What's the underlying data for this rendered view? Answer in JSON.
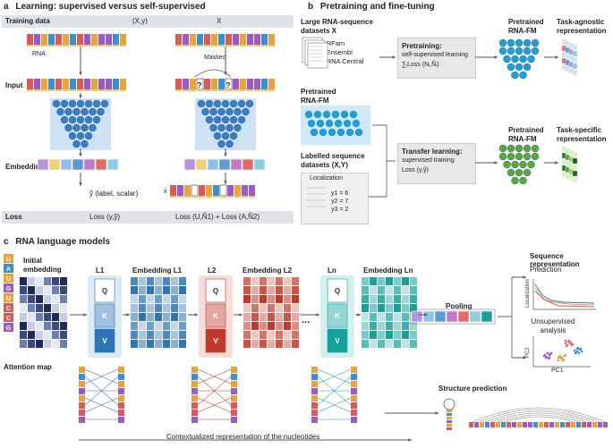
{
  "panel_a": {
    "letter": "a",
    "title": "Learning: supervised versus self-supervised",
    "training_data_label": "Training data",
    "supervised_data": "(X,y)",
    "selfsup_data": "X",
    "rna_label": "RNA",
    "masked_label": "Masked",
    "input_label": "Input",
    "embedding_label": "Embedding",
    "supervised_output": "ỹ (label, scalar)",
    "selfsup_x_hat": "x̂",
    "loss_label": "Loss",
    "supervised_loss": "Loss (y,ỹ)",
    "selfsup_loss": "Loss (U,Ñ1) + Loss (A,Ñ2)",
    "mask_tokens": [
      "?",
      "?"
    ]
  },
  "panel_b": {
    "letter": "b",
    "title": "Pretraining and fine-tuning",
    "dataset_title": "Large RNA-sequence datasets X",
    "dataset_items": [
      "RFam",
      "Ensembl",
      "RNA Central"
    ],
    "pretraining_title": "Pretraining:",
    "pretraining_text": "self-supervised learning",
    "pretraining_loss": "∑ᵢLoss (Nᵢ,Ñᵢ)",
    "pretrained_label_1": "Pretrained RNA-FM",
    "agnostic_label": "Task-agnostic representation",
    "pretrained_left_label": "Pretrained RNA-FM",
    "labelled_title": "Labelled sequence datasets (X,Y)",
    "doc_title": "Localization",
    "doc_values": [
      "y1 = 6",
      "y2 = 7",
      "y3 = 2"
    ],
    "transfer_title": "Transfer learning:",
    "transfer_text": "supervised training",
    "transfer_loss": "Loss (y,ỹ)",
    "pretrained_label_2": "Pretrained RNA-FM",
    "specific_label": "Task-specific representation"
  },
  "panel_c": {
    "letter": "c",
    "title": "RNA language models",
    "initial_embedding": "Initial embedding",
    "nucleotides": [
      "U",
      "A",
      "U",
      "G",
      "U",
      "C",
      "C",
      "G"
    ],
    "layers": [
      {
        "name": "L1",
        "embedding": "Embedding L1",
        "color": "#2f74b5"
      },
      {
        "name": "L2",
        "embedding": "Embedding L2",
        "color": "#c0392b"
      },
      {
        "name": "Ln",
        "embedding": "Embedding Ln",
        "color": "#16a29a"
      }
    ],
    "qkv": [
      "Q",
      "K",
      "V"
    ],
    "ellipsis": "...",
    "pooling": "Pooling",
    "attention_map": "Attention map",
    "sequence_representation": "Sequence representation",
    "prediction": "Prediction",
    "localization_axis": "Localization",
    "unsupervised": "Unsupervised analysis",
    "pc1": "PC1",
    "pc2": "PC2",
    "structure_prediction": "Structure prediction",
    "contextualized": "Contextualized representation of the nucleotides"
  },
  "colors": {
    "U": "#e8a33d",
    "A": "#3b8fd1",
    "G": "#9a5cc0",
    "C": "#d85a5a",
    "band": "#dfe3e8",
    "blue": "#2f74b5",
    "green": "#5aa83c",
    "teal": "#16a29a"
  }
}
